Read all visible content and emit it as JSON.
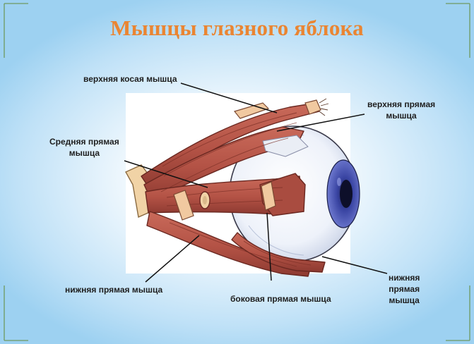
{
  "title": "Мышцы глазного яблока",
  "labels": {
    "superior_oblique": "верхняя косая мышца",
    "superior_rectus": [
      "верхняя прямая",
      "мышца"
    ],
    "medial_rectus": [
      "Средняя прямая",
      "мышца"
    ],
    "inferior_rectus_left": "нижняя прямая мышца",
    "lateral_rectus": "боковая прямая мышца",
    "inferior_rectus_right": [
      "нижняя",
      "прямая",
      "мышца"
    ]
  },
  "colors": {
    "title": "#ea8532",
    "muscle": "#b75a4c",
    "muscle_dark": "#7b2f26",
    "tendon": "#f1d3a6",
    "sclera": "#eef3fb",
    "iris": "#3f4aa8",
    "frame_lines": "#6f9a5f"
  }
}
